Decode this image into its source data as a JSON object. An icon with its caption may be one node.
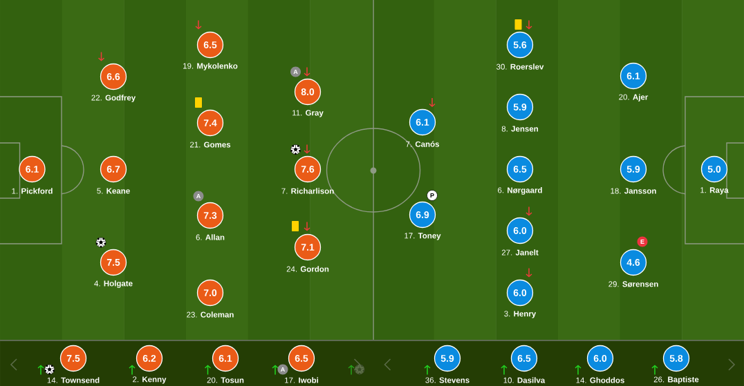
{
  "diagram": {
    "nodes": [
      {
        "text": [
          "6.1"
        ],
        "beside": [
          "1. **Pickford**"
        ]
      },
      {
        "text": [
          "6.6"
        ],
        "beside": [
          "22. **Godfrey**"
        ]
      },
      {
        "text": [
          "6.7"
        ],
        "beside": [
          "5. **Keane**"
        ]
      },
      {
        "text": [
          "7.5"
        ],
        "beside": [
          "4. **Holgate**"
        ]
      },
      {
        "text": [
          "6.5"
        ],
        "beside": [
          "19. **Mykolenko**"
        ]
      },
      {
        "text": [
          "7.4"
        ],
        "beside": [
          "21. **Gomes**"
        ]
      },
      {
        "text": [
          "A"
        ]
      },
      {
        "text": [
          "7.3"
        ],
        "beside": [
          "6. **Allan**"
        ]
      },
      {
        "text": [
          "7.0"
        ],
        "beside": [
          "23. **Coleman**"
        ]
      },
      {
        "text": [
          "A"
        ]
      },
      {
        "text": [
          "8.0"
        ],
        "beside": [
          "11. **Gray**"
        ]
      },
      {
        "text": [
          "7.6"
        ],
        "beside": [
          "7. **Richarlison**"
        ]
      },
      {
        "text": [
          "7.1"
        ],
        "beside": [
          "24. **Gordon**"
        ]
      },
      {
        "text": [
          "6.1"
        ],
        "beside": [
          "7. **Canós**"
        ]
      },
      {
        "text": [
          "P"
        ]
      },
      {
        "text": [
          "6.9"
        ],
        "beside": [
          "17. **Toney**"
        ]
      },
      {
        "text": [
          "5.6"
        ],
        "beside": [
          "30. **Roerslev**"
        ]
      },
      {
        "text": [
          "5.9"
        ],
        "beside": [
          "8. **Jensen**"
        ]
      },
      {
        "text": [
          "6.5"
        ],
        "beside": [
          "6. **Nørgaard**"
        ]
      },
      {
        "text": [
          "6.0"
        ],
        "beside": [
          "27. **Janelt**"
        ]
      },
      {
        "text": [
          "6.0"
        ],
        "beside": [
          "3. **Henry**"
        ]
      },
      {
        "text": [
          "6.1"
        ],
        "beside": [
          "20. **Ajer**"
        ]
      },
      {
        "text": [
          "5.9"
        ],
        "beside": [
          "18. **Jansson**"
        ]
      },
      {
        "text": [
          "E"
        ]
      },
      {
        "text": [
          "4.6"
        ],
        "beside": [
          "29. **Sørensen**"
        ]
      },
      {
        "text": [
          "5.0"
        ],
        "beside": [
          "1. **Raya**"
        ]
      },
      {
        "text": [
          "7.5"
        ],
        "beside": [
          "14. **Townsend**"
        ]
      },
      {
        "text": [
          "6.2"
        ],
        "beside": [
          "2. **Kenny**"
        ]
      },
      {
        "text": [
          "6.1"
        ],
        "beside": [
          "20. **Tosun**"
        ]
      },
      {
        "text": [
          "A"
        ]
      },
      {
        "text": [
          "6.5"
        ],
        "beside": [
          "17. **Iwobi**"
        ]
      },
      {
        "text": [
          "5.9"
        ],
        "beside": [
          "36. **Stevens**"
        ]
      },
      {
        "text": [
          "6.5"
        ],
        "beside": [
          "10. **Dasilva**"
        ]
      },
      {
        "text": [
          "6.0"
        ],
        "beside": [
          "14. **Ghoddos**"
        ]
      },
      {
        "text": [
          "5.8"
        ],
        "beside": [
          "26. **Baptiste**"
        ]
      }
    ]
  }
}
